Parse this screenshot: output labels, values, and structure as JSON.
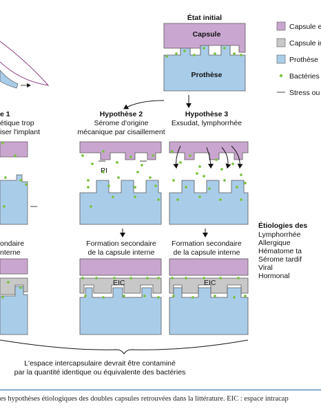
{
  "initial": {
    "title": "État initial",
    "capsule": "Capsule",
    "prothese": "Prothèse"
  },
  "legend": {
    "capsule_ext": "Capsule e",
    "capsule_int": "Capsule in",
    "prothese": "Prothèse",
    "bacteries": "Bactéries",
    "stress": "Stress ou",
    "colors": {
      "capsule": "#c9a6cf",
      "internal": "#c8c8c8",
      "prothese": "#a9cde9",
      "bacteria": "#7cc242"
    }
  },
  "h1": {
    "title": "e 1",
    "line1": "étique trop",
    "line2": "iser l'implant",
    "result1": "ondaire",
    "result2": "nterne"
  },
  "h2": {
    "title": "Hypothèse 2",
    "line1": "Sérome d'origine",
    "line2": "mécanique par cisaillement",
    "pi": "PI",
    "result1": "Formation secondaire",
    "result2": "de la capsule interne",
    "eic": "EIC"
  },
  "h3": {
    "title": "Hypothèse 3",
    "line1": "Exsudat, lymphorrhée",
    "result1": "Formation secondaire",
    "result2": "de la capsule interne",
    "eic": "EIC"
  },
  "etiologies": {
    "title": "Étiologies des",
    "items": [
      "Lymphorrhée",
      "Allergique",
      "Hématome ta",
      "Sérome tardif",
      "Viral",
      "Hormonal"
    ]
  },
  "bottom": {
    "line1": "L'espace intercapsulaire devrait être contaminé",
    "line2": "par la quantité identique ou équivalente des bactéries"
  },
  "caption": "es hypothèses étiologiques des doubles capsules retrouvées dans la littérature. EIC : espace intracap"
}
